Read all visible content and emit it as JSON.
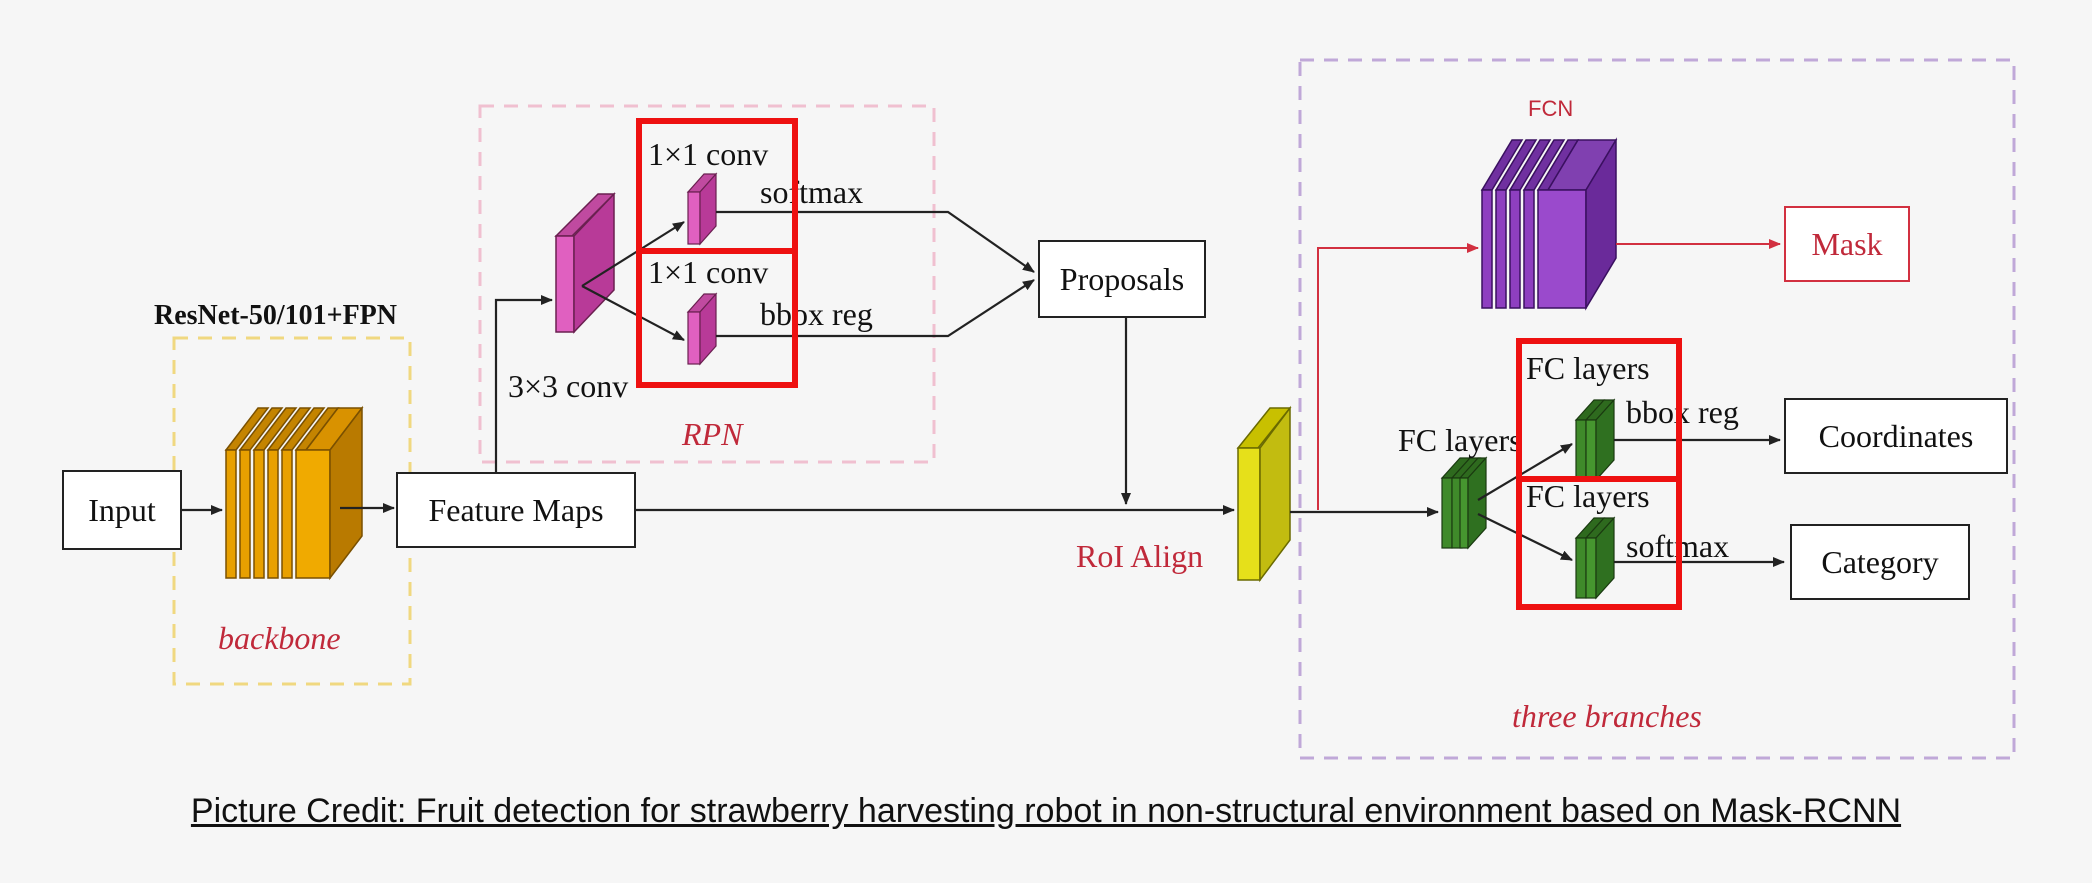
{
  "colors": {
    "backbone_layers": "#e8a000",
    "rpn_layers": "#e060c0",
    "roi_align": "#e6e01a",
    "fc_layers": "#3f8a2a",
    "fcn_layers": "#8e3fc0",
    "highlight": "#ee1111",
    "accent_red": "#c0293a",
    "backbone_frame": "#f0d880",
    "rpn_frame": "#f0c0d0",
    "branches_frame": "#c0a8d8"
  },
  "backbone": {
    "title": "ResNet-50/101+FPN",
    "label": "backbone"
  },
  "nodes": {
    "input": "Input",
    "feature_maps": "Feature Maps",
    "proposals": "Proposals",
    "mask": "Mask",
    "coordinates": "Coordinates",
    "category": "Category"
  },
  "rpn": {
    "label": "RPN",
    "conv3": "3×3 conv",
    "conv1_top": "1×1 conv",
    "conv1_bottom": "1×1 conv",
    "softmax": "softmax",
    "bbox_reg": "bbox reg"
  },
  "roi_align": {
    "label": "RoI Align"
  },
  "branches": {
    "label": "three branches",
    "fcn": "FCN",
    "fc_layers_main": "FC layers",
    "fc_layers_top": "FC layers",
    "fc_layers_bottom": "FC layers",
    "bbox_reg": "bbox reg",
    "softmax": "softmax"
  },
  "caption": "Picture Credit: Fruit detection for strawberry harvesting robot in non-structural environment based on Mask-RCNN"
}
